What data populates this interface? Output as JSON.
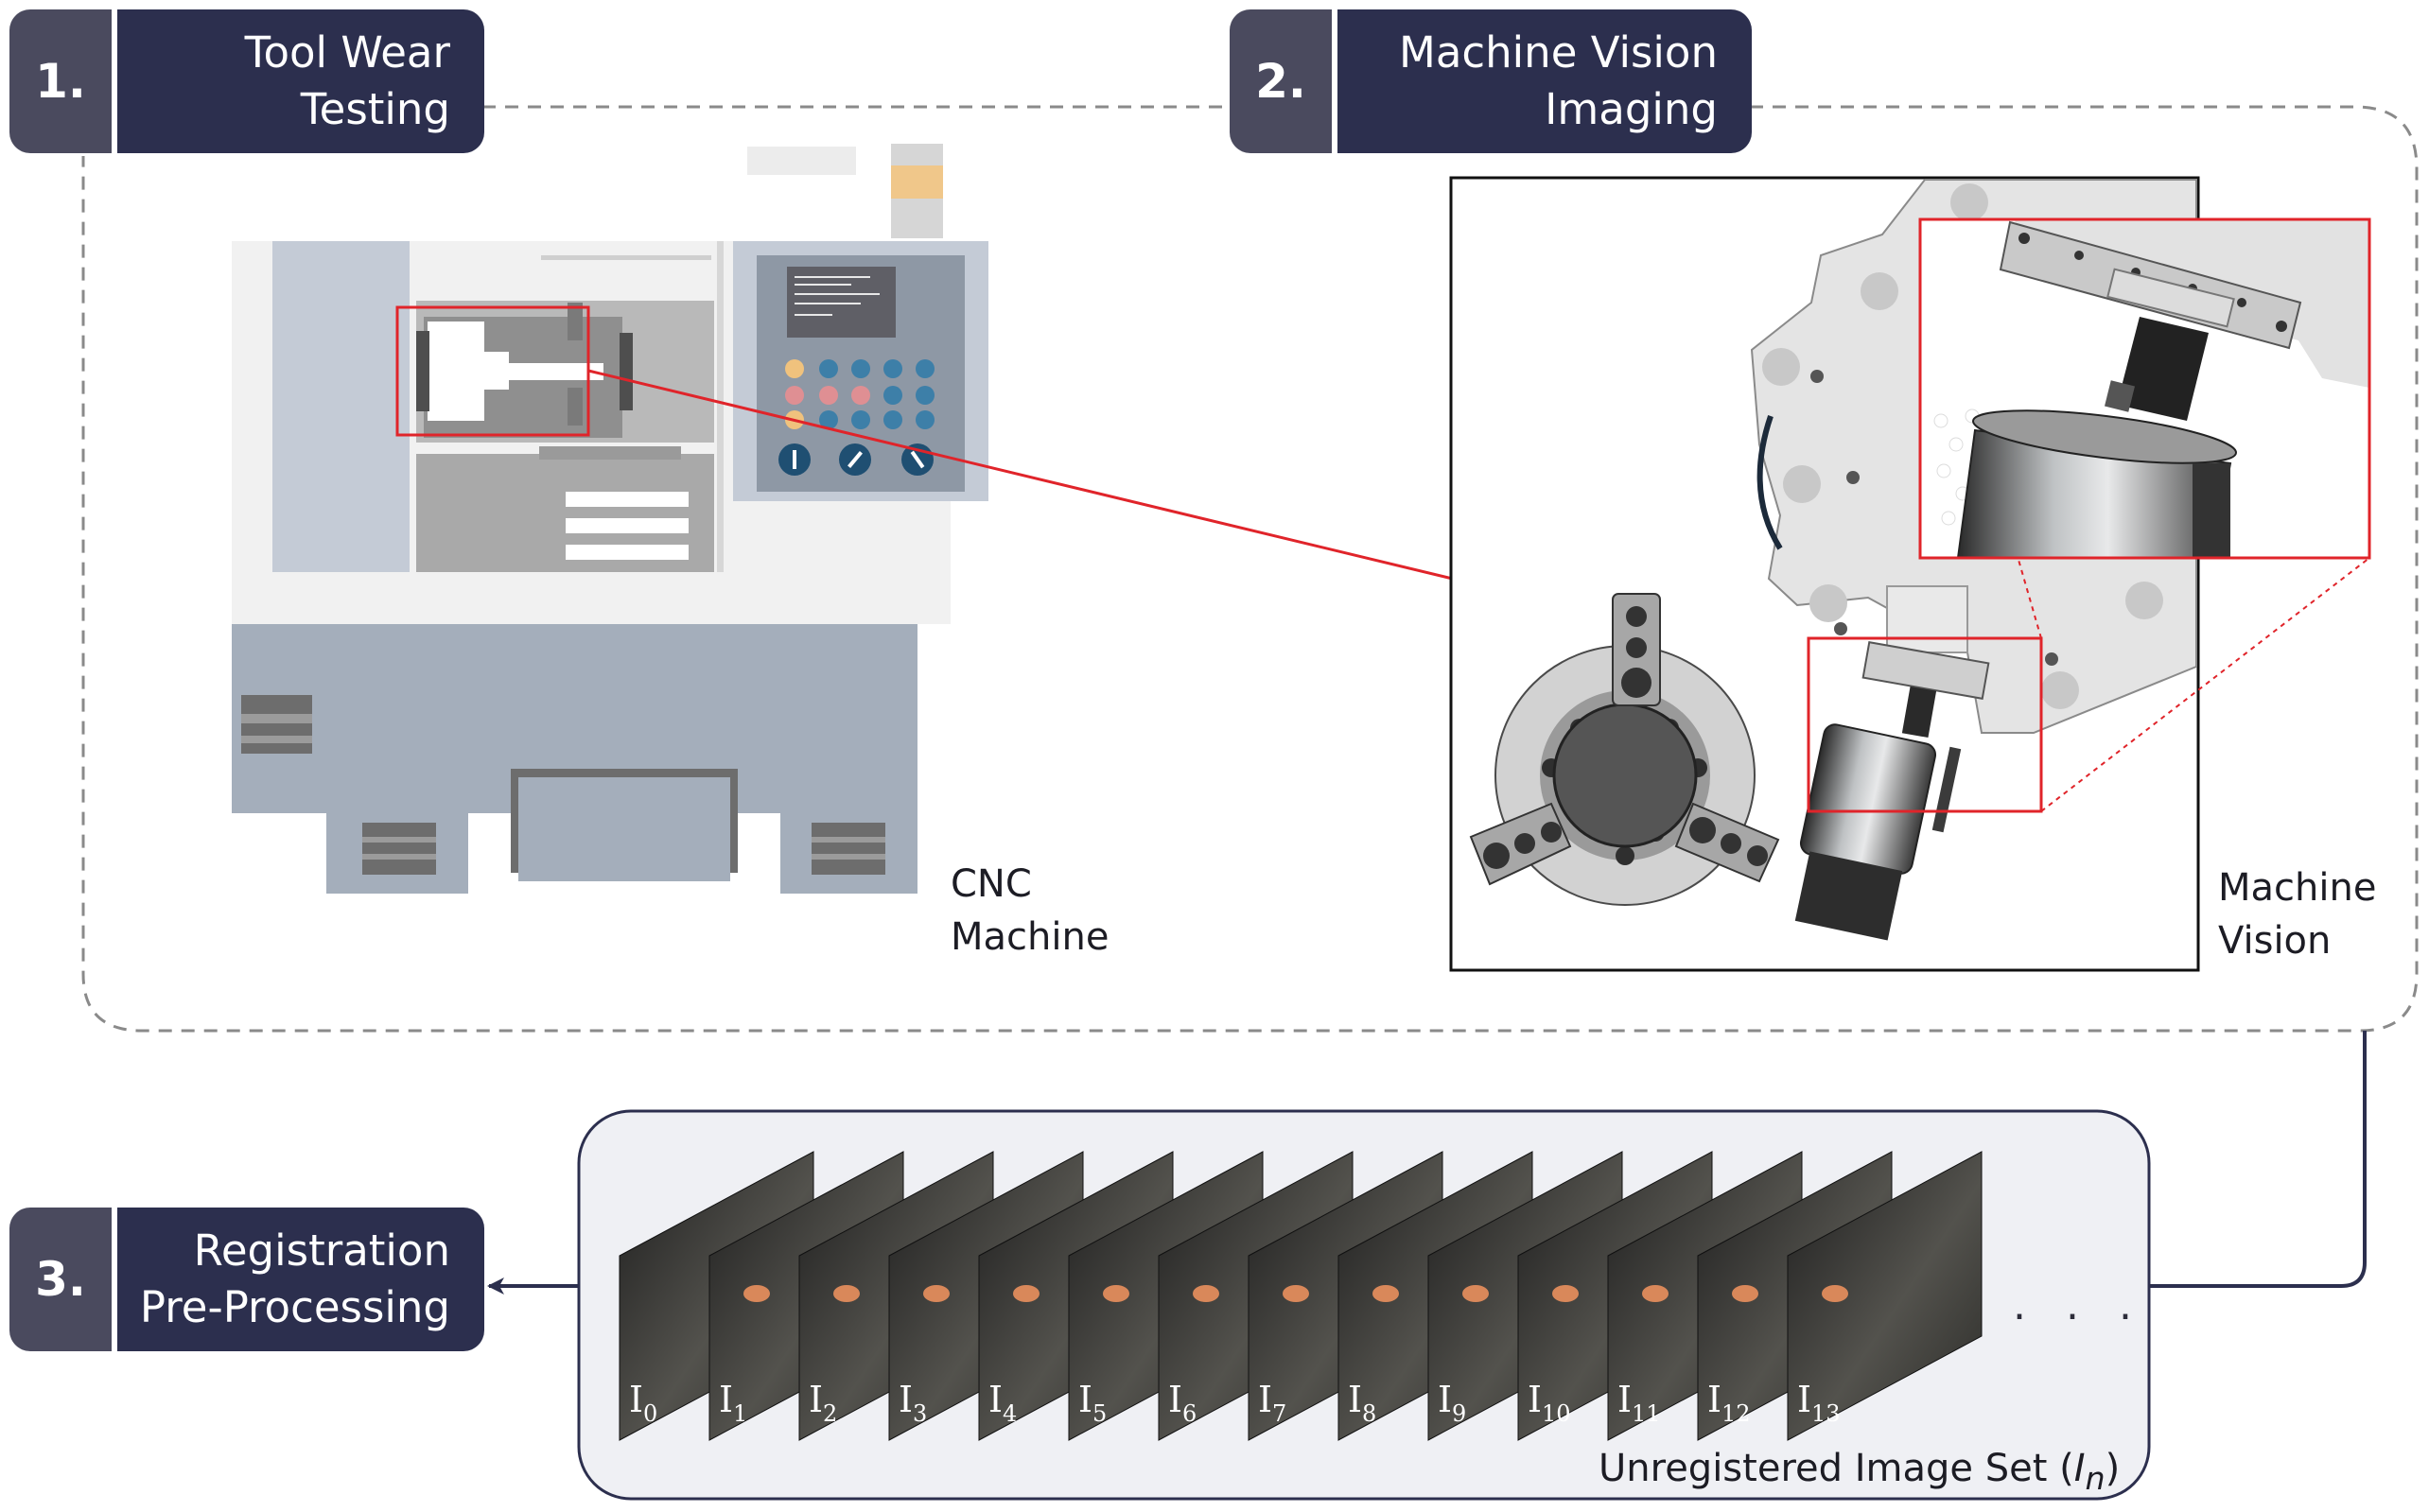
{
  "steps": [
    {
      "number": "1.",
      "title_line1": "Tool Wear",
      "title_line2": "Testing"
    },
    {
      "number": "2.",
      "title_line1": "Machine Vision",
      "title_line2": "Imaging"
    },
    {
      "number": "3.",
      "title_line1": "Registration",
      "title_line2": "Pre-Processing"
    }
  ],
  "captions": {
    "cnc_line1": "CNC",
    "cnc_line2": "Machine",
    "mv_line1": "Machine",
    "mv_line2": "Vision",
    "image_set_prefix": "Unregistered Image Set (",
    "image_set_var": "I",
    "image_set_sub": "n",
    "image_set_suffix": ")"
  },
  "frames": [
    {
      "base": "I",
      "sub": "0"
    },
    {
      "base": "I",
      "sub": "1"
    },
    {
      "base": "I",
      "sub": "2"
    },
    {
      "base": "I",
      "sub": "3"
    },
    {
      "base": "I",
      "sub": "4"
    },
    {
      "base": "I",
      "sub": "5"
    },
    {
      "base": "I",
      "sub": "6"
    },
    {
      "base": "I",
      "sub": "7"
    },
    {
      "base": "I",
      "sub": "8"
    },
    {
      "base": "I",
      "sub": "9"
    },
    {
      "base": "I",
      "sub": "10"
    },
    {
      "base": "I",
      "sub": "11"
    },
    {
      "base": "I",
      "sub": "12"
    },
    {
      "base": "I",
      "sub": "13"
    }
  ],
  "ellipsis": ". . .",
  "colors": {
    "header_dark": "#2c2f4e",
    "header_num": "#4a4a5e",
    "highlight_red": "#e0242a",
    "connector": "#2c2f4e",
    "dashed_border": "#8a8a8a"
  }
}
